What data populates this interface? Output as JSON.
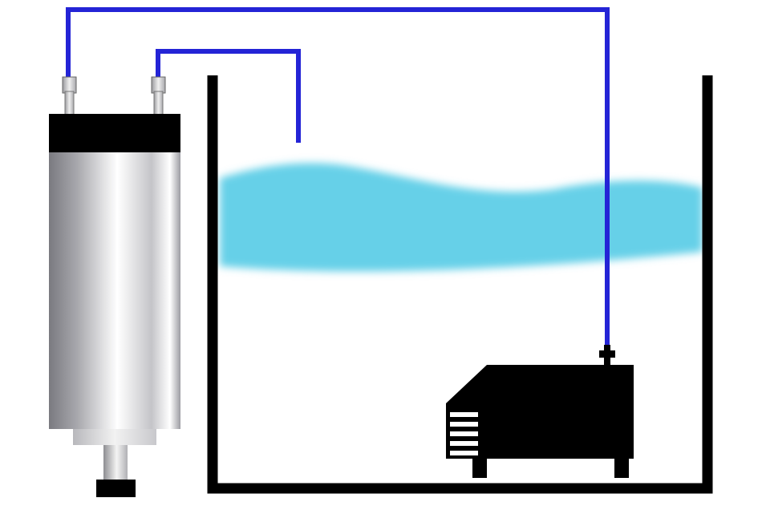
{
  "diagram": {
    "components": [
      "spindle-motor",
      "water-tank",
      "coolant-water",
      "submersible-pump",
      "coolant-inlet-tube",
      "coolant-return-tube"
    ],
    "colors": {
      "tube": "#2424d6",
      "water": "#66d0e8",
      "tank": "#000000",
      "pump": "#000000",
      "spindle_cap": "#000000",
      "spindle_body_dark": "#7a7a80",
      "spindle_body_light": "#ffffff",
      "background": "#ffffff"
    }
  }
}
